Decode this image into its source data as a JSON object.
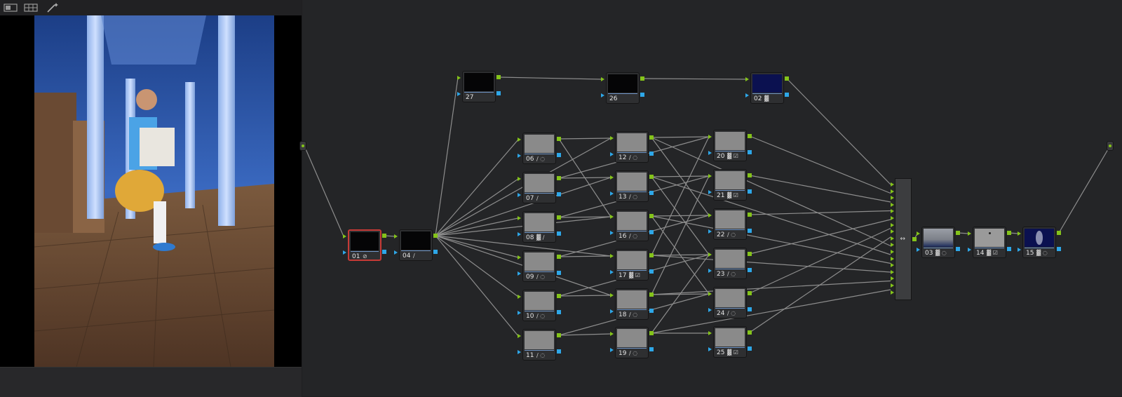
{
  "toolbar": {
    "icons": [
      "single-viewer-icon",
      "grid-viewer-icon",
      "magic-wand-icon"
    ]
  },
  "mixer": {
    "label": "↕"
  },
  "nodes": [
    {
      "id": "01",
      "label": "01",
      "icons": "⊘",
      "selected": true,
      "thumb": "dark"
    },
    {
      "id": "04",
      "label": "04",
      "icons": "∕",
      "thumb": "dark"
    },
    {
      "id": "27",
      "label": "27",
      "icons": "",
      "thumb": "dark"
    },
    {
      "id": "26",
      "label": "26",
      "icons": "",
      "thumb": "dark"
    },
    {
      "id": "02",
      "label": "02",
      "icons": "▓",
      "thumb": "navy"
    },
    {
      "id": "06",
      "label": "06",
      "icons": "∕ ◌"
    },
    {
      "id": "07",
      "label": "07",
      "icons": "∕"
    },
    {
      "id": "08",
      "label": "08",
      "icons": "▓ ∕"
    },
    {
      "id": "09",
      "label": "09",
      "icons": "∕ ◌"
    },
    {
      "id": "10",
      "label": "10",
      "icons": "∕ ◌"
    },
    {
      "id": "11",
      "label": "11",
      "icons": "∕ ◌"
    },
    {
      "id": "12",
      "label": "12",
      "icons": "∕ ◌"
    },
    {
      "id": "13",
      "label": "13",
      "icons": "∕ ◌"
    },
    {
      "id": "16",
      "label": "16",
      "icons": "∕ ◌"
    },
    {
      "id": "17",
      "label": "17",
      "icons": "▓ ☑"
    },
    {
      "id": "18",
      "label": "18",
      "icons": "∕ ◌"
    },
    {
      "id": "19",
      "label": "19",
      "icons": "∕ ◌"
    },
    {
      "id": "20",
      "label": "20",
      "icons": "▓ ☑"
    },
    {
      "id": "21",
      "label": "21",
      "icons": "▓ ☑"
    },
    {
      "id": "22",
      "label": "22",
      "icons": "∕ ◌"
    },
    {
      "id": "23",
      "label": "23",
      "icons": "∕ ◌"
    },
    {
      "id": "24",
      "label": "24",
      "icons": "∕ ◌"
    },
    {
      "id": "25",
      "label": "25",
      "icons": "▓ ☑"
    },
    {
      "id": "03",
      "label": "03",
      "icons": "▓ ◌",
      "thumb": "gradient"
    },
    {
      "id": "14",
      "label": "14",
      "icons": "▓ ☑",
      "thumb": "dot"
    },
    {
      "id": "15",
      "label": "15",
      "icons": "▓ ◌",
      "thumb": "ellipse"
    }
  ],
  "colors": {
    "accent_green": "#84c31a",
    "accent_blue": "#2ea7e8",
    "selected": "#c63a36"
  }
}
